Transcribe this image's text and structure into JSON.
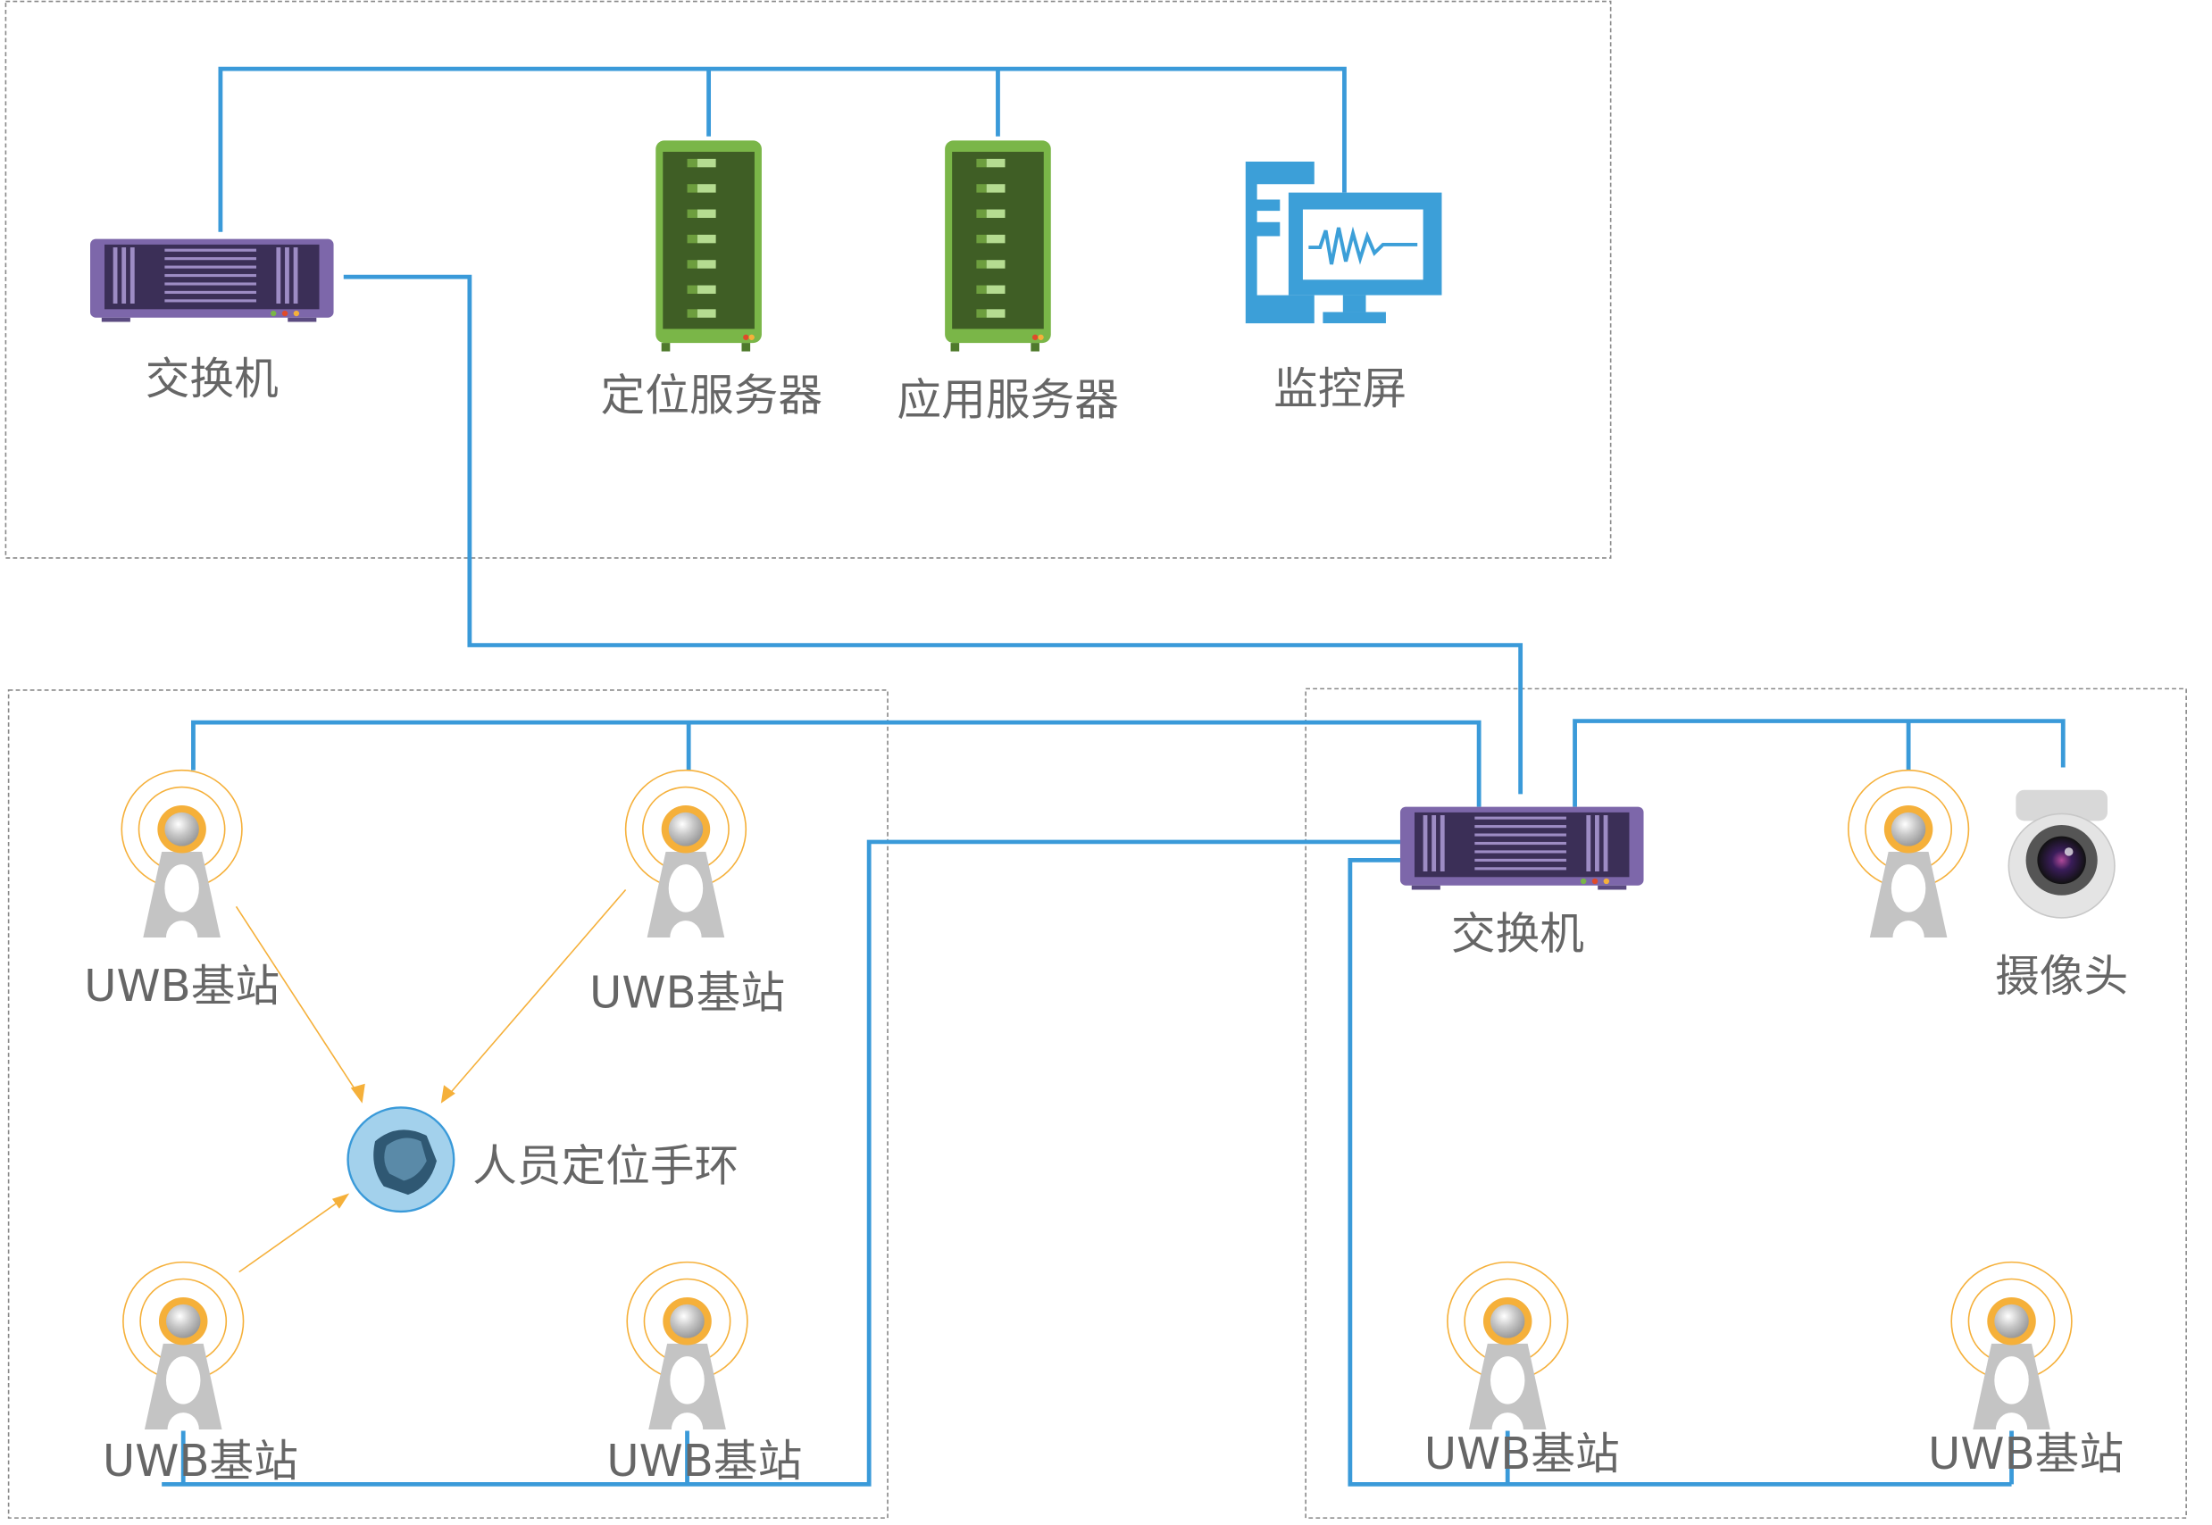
{
  "colors": {
    "wire": "#3a9ad9",
    "switch": "#7d67aa",
    "server": "#7ab648",
    "monitor": "#3c9fd8",
    "signal": "#f5b03a",
    "tower": "#c4c4c4"
  },
  "control_room": {
    "switch_label": "交换机",
    "positioning_server_label": "定位服务器",
    "application_server_label": "应用服务器",
    "monitor_label": "监控屏"
  },
  "zone_a": {
    "base_station_labels": [
      "UWB基站",
      "UWB基站",
      "UWB基站",
      "UWB基站"
    ],
    "wristband_label": "人员定位手环"
  },
  "zone_b": {
    "switch_label": "交换机",
    "camera_label": "摄像头",
    "base_station_labels": [
      "UWB基站",
      "UWB基站"
    ]
  }
}
